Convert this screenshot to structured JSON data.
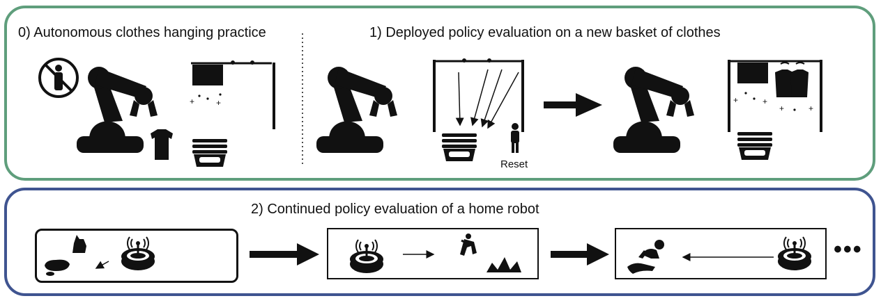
{
  "captions": {
    "practice": "0) Autonomous clothes hanging practice",
    "evaluation": "1) Deployed policy evaluation on a new basket of clothes",
    "continued": "2) Continued policy evaluation of a home robot"
  },
  "labels": {
    "reset": "Reset"
  },
  "ellipsis": "•••",
  "colors": {
    "top_border": "#5f9e7c",
    "bottom_border": "#3f5490",
    "ink": "#111111"
  },
  "icons": [
    "no-person-icon",
    "robot-arm-icon",
    "shirt-icon",
    "laundry-basket-icon",
    "clothes-rack-icon",
    "person-icon",
    "robot-vacuum-icon",
    "dog-icon",
    "falling-person-icon",
    "splash-icon",
    "baby-icon",
    "alligator-icon",
    "arrow-icon"
  ]
}
